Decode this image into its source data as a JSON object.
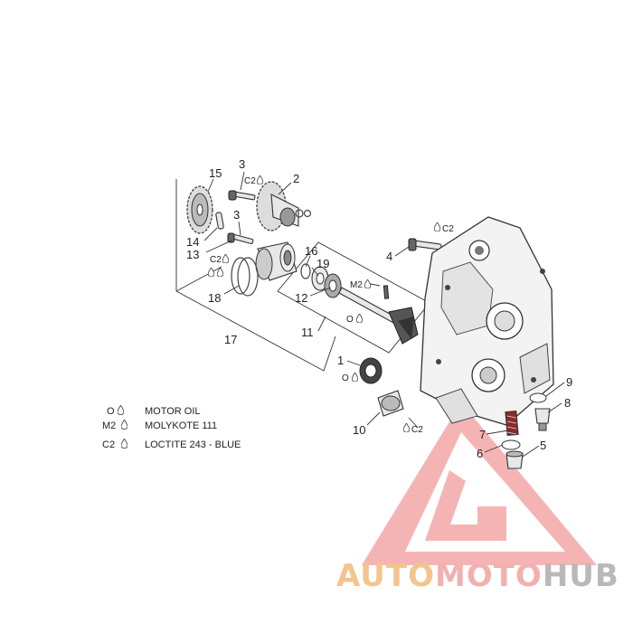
{
  "callouts": [
    {
      "id": "c15",
      "text": "15"
    },
    {
      "id": "c3a",
      "text": "3"
    },
    {
      "id": "c2",
      "text": "2"
    },
    {
      "id": "c3b",
      "text": "3"
    },
    {
      "id": "c14",
      "text": "14"
    },
    {
      "id": "c13",
      "text": "13"
    },
    {
      "id": "c16",
      "text": "16"
    },
    {
      "id": "c19",
      "text": "19"
    },
    {
      "id": "c12",
      "text": "12"
    },
    {
      "id": "c18",
      "text": "18"
    },
    {
      "id": "c11",
      "text": "11"
    },
    {
      "id": "c17",
      "text": "17"
    },
    {
      "id": "c4",
      "text": "4"
    },
    {
      "id": "c1",
      "text": "1"
    },
    {
      "id": "c10",
      "text": "10"
    },
    {
      "id": "c9",
      "text": "9"
    },
    {
      "id": "c8",
      "text": "8"
    },
    {
      "id": "c7",
      "text": "7"
    },
    {
      "id": "c6",
      "text": "6"
    },
    {
      "id": "c5",
      "text": "5"
    }
  ],
  "markers": {
    "c2": "C2",
    "m2": "M2",
    "o": "O"
  },
  "legend": [
    {
      "symbol": "O",
      "text": "MOTOR OIL"
    },
    {
      "symbol": "M2",
      "text": "MOLYKOTE 111"
    },
    {
      "symbol": "C2",
      "text": "LOCTITE 243 - BLUE"
    }
  ],
  "watermark": {
    "part1": "AUTO",
    "part2": "MOTO",
    "part3": "HUB",
    "colors": {
      "auto": "#f3c48c",
      "moto": "#f3b0b0",
      "hub": "#b9b9b9",
      "triangle": "#f08a8a"
    }
  }
}
